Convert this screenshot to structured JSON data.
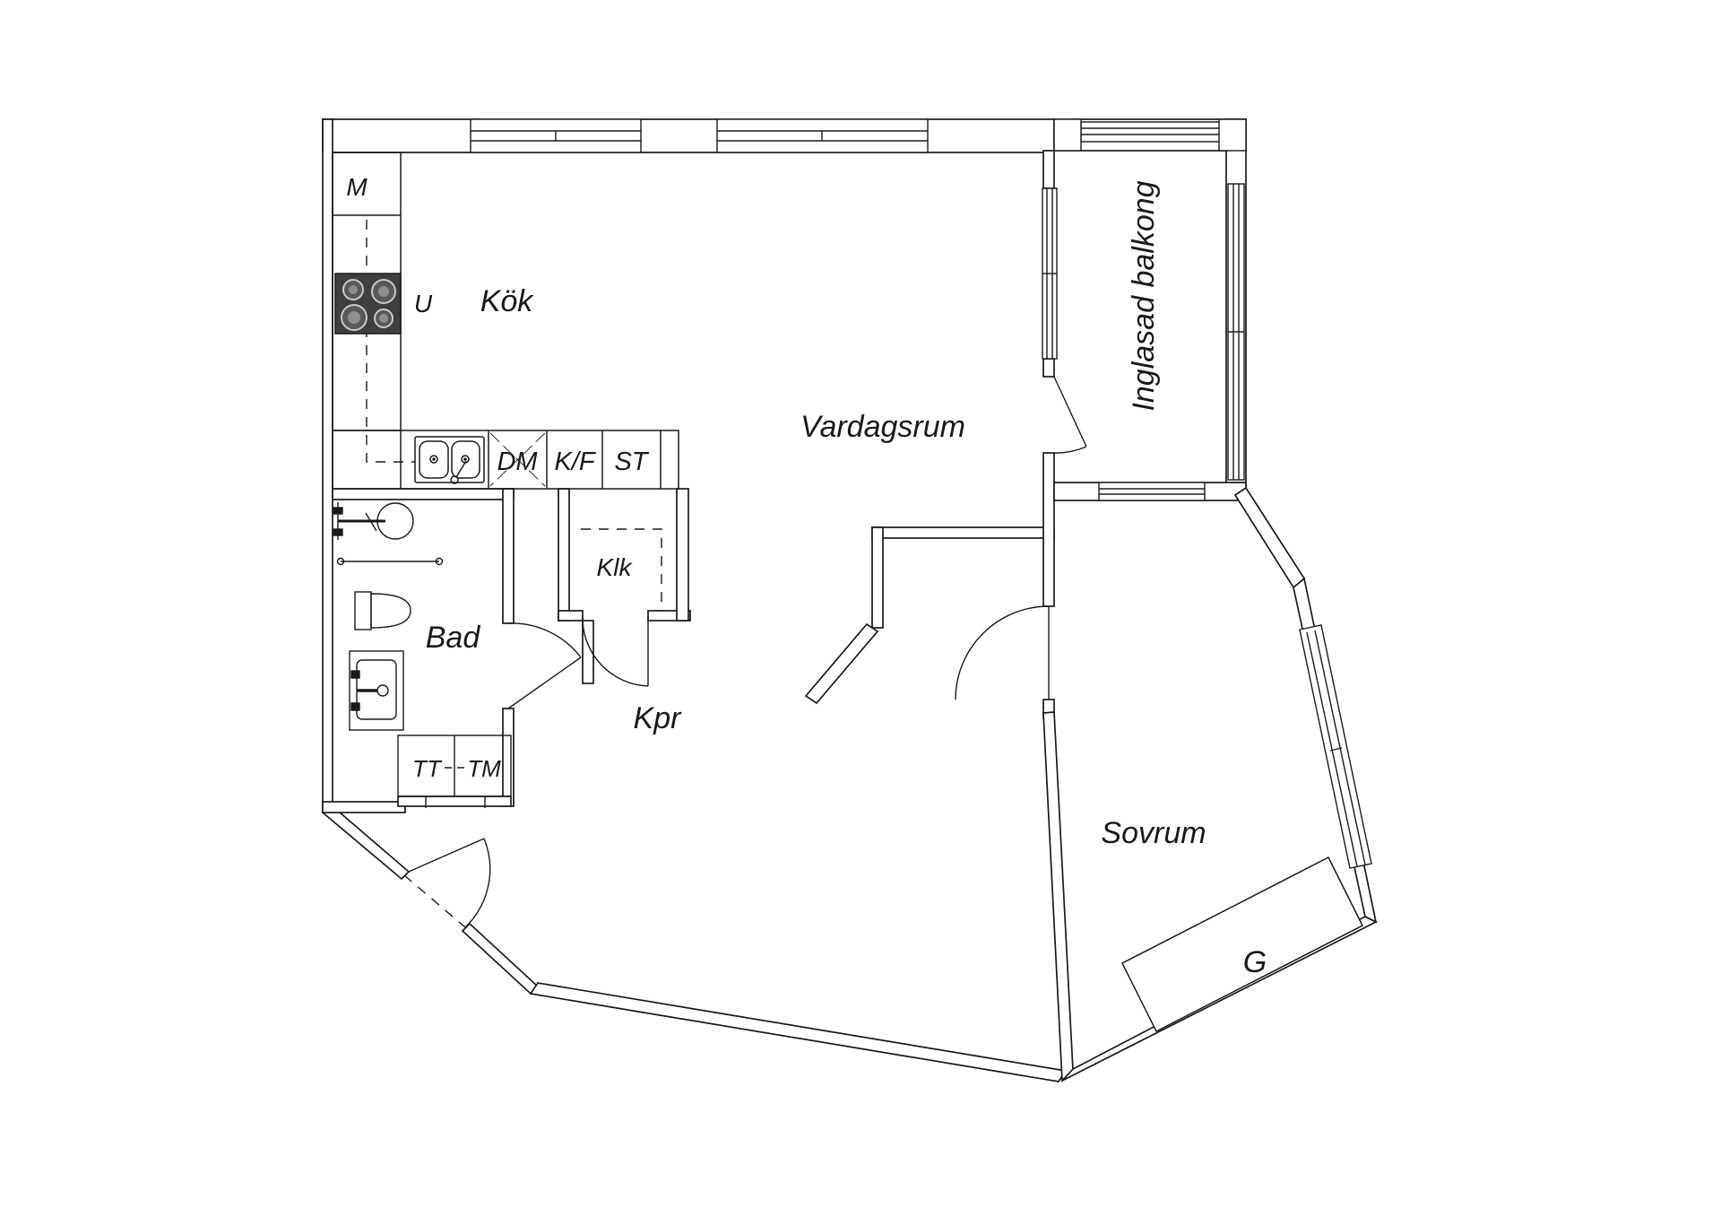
{
  "page": {
    "background": "#ffffff",
    "line_color": "#1a1a1a",
    "stove_color": "#3f3f3f"
  },
  "floorplan": {
    "type": "apartment-floor-plan",
    "rooms": [
      {
        "id": "kok",
        "label": "Kök"
      },
      {
        "id": "vardagsrum",
        "label": "Vardagsrum"
      },
      {
        "id": "balkong",
        "label": "Inglasad balkong"
      },
      {
        "id": "bad",
        "label": "Bad"
      },
      {
        "id": "klk",
        "label": "Klk"
      },
      {
        "id": "kpr",
        "label": "Kpr"
      },
      {
        "id": "sovrum",
        "label": "Sovrum"
      }
    ],
    "fixtures": [
      {
        "id": "m",
        "label": "M"
      },
      {
        "id": "u",
        "label": "U"
      },
      {
        "id": "dm",
        "label": "DM"
      },
      {
        "id": "kf",
        "label": "K/F"
      },
      {
        "id": "st",
        "label": "ST"
      },
      {
        "id": "tt",
        "label": "TT"
      },
      {
        "id": "tm",
        "label": "TM"
      },
      {
        "id": "g",
        "label": "G"
      }
    ]
  }
}
